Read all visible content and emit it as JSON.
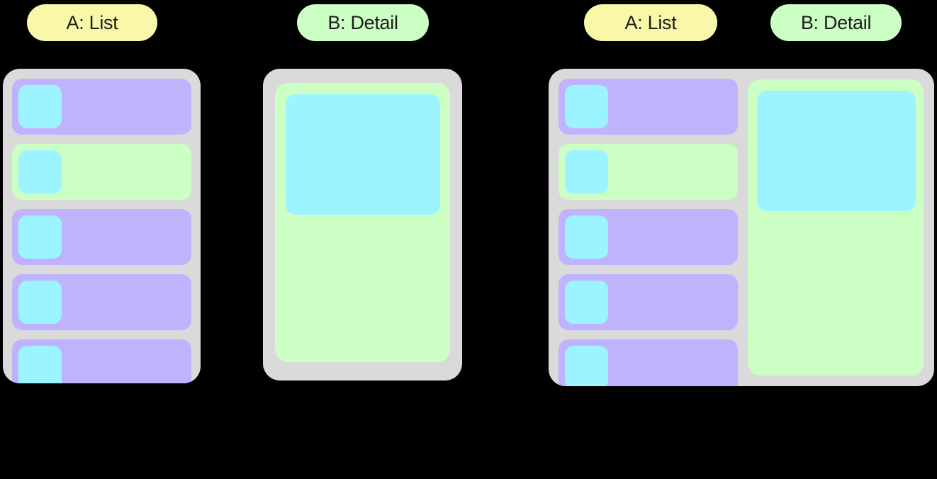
{
  "colors": {
    "background": "#000000",
    "surface_gray": "#dadada",
    "item_purple": "#bfb3fe",
    "selected_green": "#ccffc3",
    "media_cyan": "#9bf4ff",
    "label_yellow": "#f9f8a8",
    "label_green": "#ccffc3",
    "text": "#1c1c1c"
  },
  "figures": {
    "list_screen": {
      "label": "A: List",
      "items": [
        {
          "state": "default"
        },
        {
          "state": "selected"
        },
        {
          "state": "default"
        },
        {
          "state": "default"
        },
        {
          "state": "default"
        }
      ]
    },
    "detail_screen": {
      "label": "B: Detail"
    },
    "combined_screen": {
      "list_label": "A: List",
      "detail_label": "B: Detail",
      "items": [
        {
          "state": "default"
        },
        {
          "state": "selected"
        },
        {
          "state": "default"
        },
        {
          "state": "default"
        },
        {
          "state": "default"
        }
      ]
    }
  }
}
